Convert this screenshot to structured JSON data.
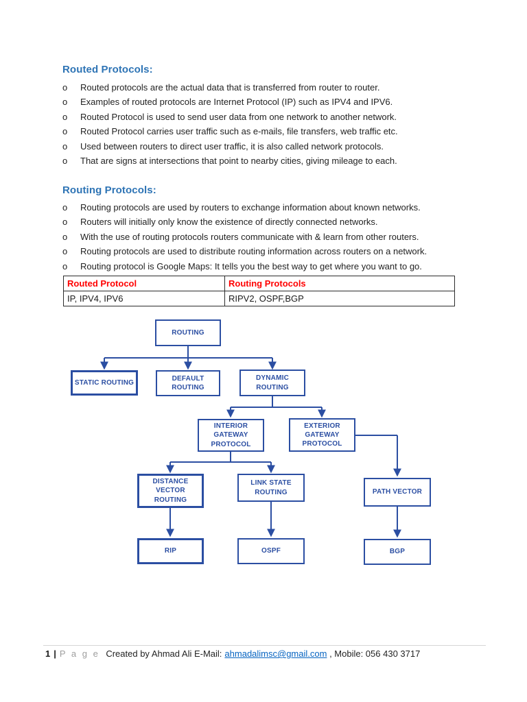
{
  "bullet_marker": "o",
  "colors": {
    "heading_blue": "#2E74B5",
    "diagram_blue": "#2B4EA2",
    "table_header_red": "#FF0000",
    "link_blue": "#0563C1",
    "body_text": "#222222"
  },
  "sections": [
    {
      "heading": "Routed Protocols:",
      "bullets": [
        "Routed protocols are the actual data that is transferred from router to router.",
        "Examples of routed protocols are Internet Protocol (IP) such as IPV4 and IPV6.",
        "Routed Protocol is used to send user data from one network to another network.",
        "Routed Protocol carries user traffic such as e-mails, file transfers, web traffic etc.",
        "Used between routers to direct user traffic, it is also called network protocols.",
        "That are signs at intersections that point to nearby cities, giving mileage to each."
      ]
    },
    {
      "heading": "Routing Protocols:",
      "bullets": [
        "Routing protocols are used by routers to exchange information about known networks.",
        "Routers will initially only know the existence of directly connected networks.",
        "With the use of routing protocols routers communicate with & learn from other routers.",
        "Routing protocols are used to distribute routing information across routers on a network.",
        "Routing protocol is Google Maps: It tells you the best way to get where you want to go."
      ]
    }
  ],
  "table": {
    "headers": [
      "Routed Protocol",
      "Routing Protocols"
    ],
    "rows": [
      [
        "IP, IPV4, IPV6",
        "RIPV2, OSPF,BGP"
      ]
    ]
  },
  "diagram": {
    "nodes": [
      {
        "id": "routing",
        "label": "ROUTING"
      },
      {
        "id": "static-routing",
        "label": "STATIC ROUTING"
      },
      {
        "id": "default-routing",
        "label": "DEFAULT ROUTING"
      },
      {
        "id": "dynamic-routing",
        "label": "DYNAMIC ROUTING"
      },
      {
        "id": "interior-gateway-protocol",
        "label": "INTERIOR GATEWAY PROTOCOL"
      },
      {
        "id": "exterior-gateway-protocol",
        "label": "EXTERIOR GATEWAY PROTOCOL"
      },
      {
        "id": "distance-vector-routing",
        "label": "DISTANCE VECTOR ROUTING"
      },
      {
        "id": "link-state-routing",
        "label": "LINK STATE ROUTING"
      },
      {
        "id": "path-vector",
        "label": "PATH VECTOR"
      },
      {
        "id": "rip",
        "label": "RIP"
      },
      {
        "id": "ospf",
        "label": "OSPF"
      },
      {
        "id": "bgp",
        "label": "BGP"
      }
    ],
    "edges": [
      {
        "from": "routing",
        "to": "static-routing"
      },
      {
        "from": "routing",
        "to": "default-routing"
      },
      {
        "from": "routing",
        "to": "dynamic-routing"
      },
      {
        "from": "dynamic-routing",
        "to": "interior-gateway-protocol"
      },
      {
        "from": "dynamic-routing",
        "to": "exterior-gateway-protocol"
      },
      {
        "from": "interior-gateway-protocol",
        "to": "distance-vector-routing"
      },
      {
        "from": "interior-gateway-protocol",
        "to": "link-state-routing"
      },
      {
        "from": "exterior-gateway-protocol",
        "to": "path-vector"
      },
      {
        "from": "distance-vector-routing",
        "to": "rip"
      },
      {
        "from": "link-state-routing",
        "to": "ospf"
      },
      {
        "from": "path-vector",
        "to": "bgp"
      }
    ]
  },
  "footer": {
    "page_number": "1",
    "separator": "|",
    "page_word": "P a g e",
    "created_text": "Created by Ahmad Ali E-Mail:",
    "email": "ahmadalimsc@gmail.com",
    "contact_text": " , Mobile: 056 430 3717"
  }
}
